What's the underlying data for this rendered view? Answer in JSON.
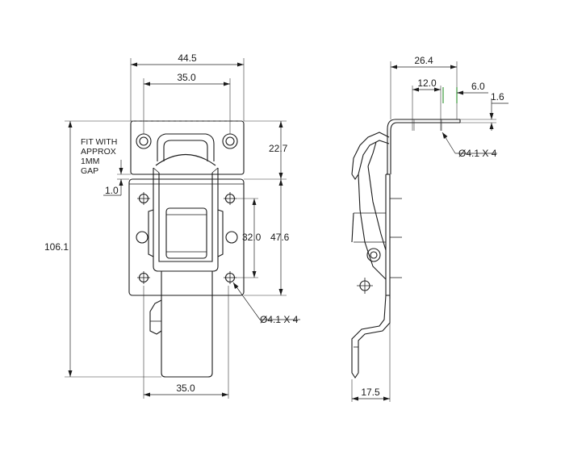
{
  "front_view": {
    "dim_top_overall": "44.5",
    "dim_top_holes": "35.0",
    "dim_bottom_width": "35.0",
    "dim_overall_height": "106.1",
    "dim_upper_height": "22.7",
    "dim_lower_height": "47.6",
    "dim_hole_pitch": "32.0",
    "dim_gap": "1.0",
    "hole_callout": "Ø4.1 X 4",
    "fit_note": [
      "FIT WITH",
      "APPROX",
      "1MM",
      "GAP"
    ]
  },
  "side_view": {
    "dim_keeper_length": "26.4",
    "dim_keeper_hole_pos": "12.0",
    "dim_keeper_end": "6.0",
    "dim_thickness": "1.6",
    "dim_base_depth": "17.5",
    "hole_callout": "Ø4.1 X 4"
  }
}
